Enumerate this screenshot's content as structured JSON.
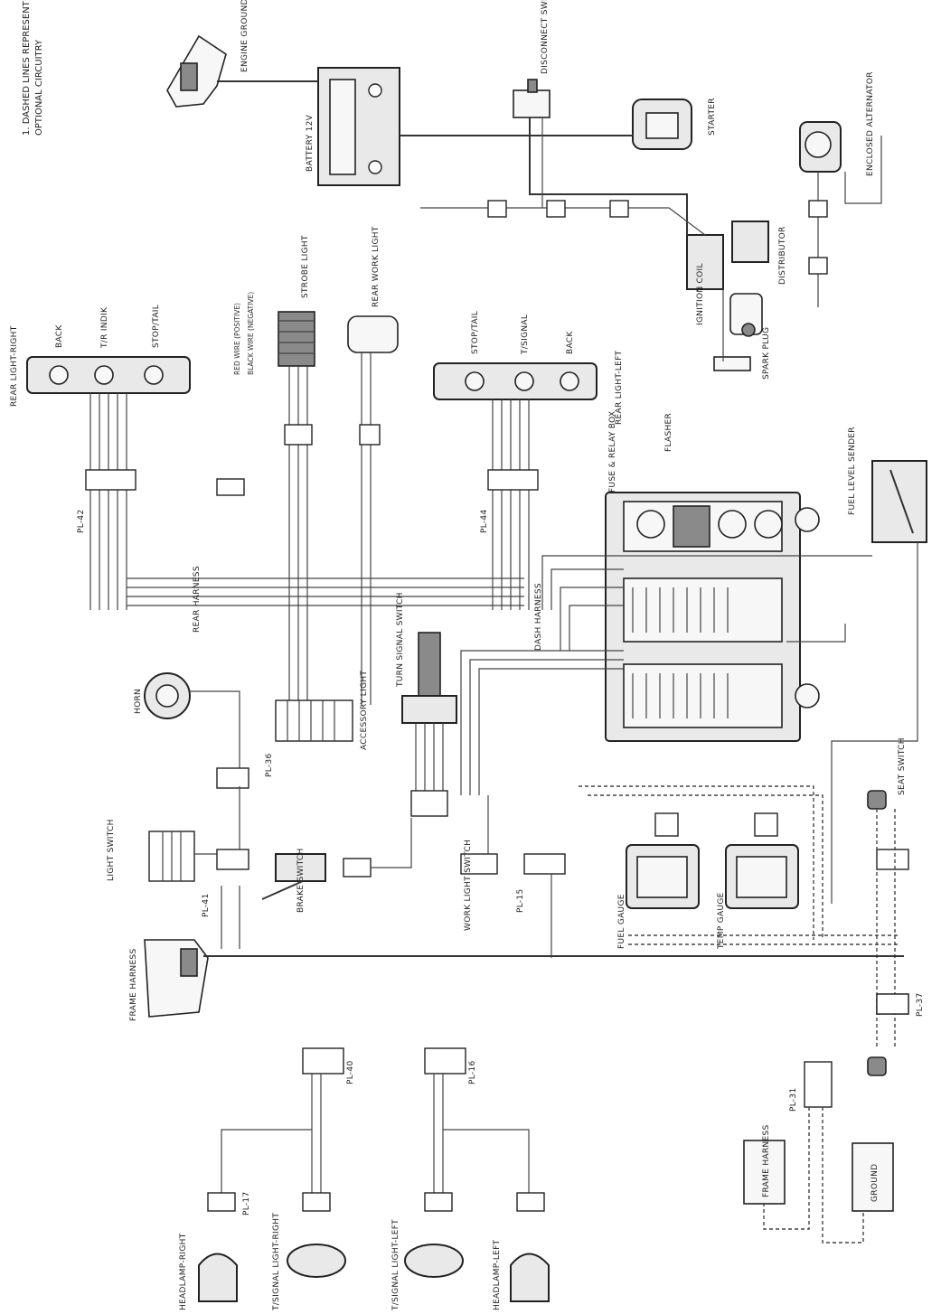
{
  "note": {
    "line1": "1. DASHED LINES REPRESENT",
    "line2": "OPTIONAL CIRCUITRY"
  },
  "labels": {
    "engine_ground": "ENGINE GROUND",
    "battery": "BATTERY 12V",
    "disconnect_switch": "DISCONNECT SWITCH",
    "starter": "STARTER",
    "alternator": "ENCLOSED ALTERNATOR",
    "ignition_coil": "IGNITION COIL",
    "distributor": "DISTRIBUTOR",
    "spark_plug": "SPARK PLUG",
    "rear_light_right": "REAR LIGHT-RIGHT",
    "rear_light_left": "REAR LIGHT-LEFT",
    "back": "BACK",
    "turn_r": "T/R INDIK",
    "stop_tail_r": "STOP/TAIL",
    "stop_tail_l": "STOP/TAIL",
    "turn_l": "T/SIGNAL",
    "back_l": "BACK",
    "strobe_light": "STROBE LIGHT",
    "red_wire": "RED WIRE (POSITIVE)",
    "black_wire": "BLACK WIRE (NEGATIVE)",
    "rear_work_light": "REAR WORK LIGHT",
    "accessory_light": "ACCESSORY LIGHT",
    "turn_signal_switch": "TURN SIGNAL SWITCH",
    "horn": "HORN",
    "fuse_relay_box": "FUSE & RELAY BOX",
    "flasher": "FLASHER",
    "fuel_level_sender": "FUEL LEVEL SENDER",
    "seat_switch": "SEAT SWITCH",
    "brake_switch": "BRAKE SWITCH",
    "frame_harness": "FRAME HARNESS",
    "frame_harness_2": "FRAME HARNESS",
    "ground": "GROUND",
    "head_lamp_right": "HEADLAMP-RIGHT",
    "turn_signal_right": "T/SIGNAL LIGHT-RIGHT",
    "turn_signal_left": "T/SIGNAL LIGHT-LEFT",
    "head_lamp_left": "HEADLAMP-LEFT",
    "work_light_switch": "WORK LIGHT SWITCH",
    "light_switch": "LIGHT SWITCH",
    "gauge_1": "FUEL GAUGE",
    "gauge_2": "TEMP GAUGE",
    "harness_1": "DASH HARNESS",
    "harness_2": "REAR HARNESS",
    "connector_1": "PL-42",
    "connector_2": "PL-44",
    "connector_3": "PL-36",
    "connector_4": "PL-41",
    "connector_5": "PL-15",
    "connector_6": "PL-40",
    "connector_7": "PL-31",
    "connector_8": "PL-37",
    "connector_9": "PL-16",
    "connector_10": "PL-17"
  }
}
